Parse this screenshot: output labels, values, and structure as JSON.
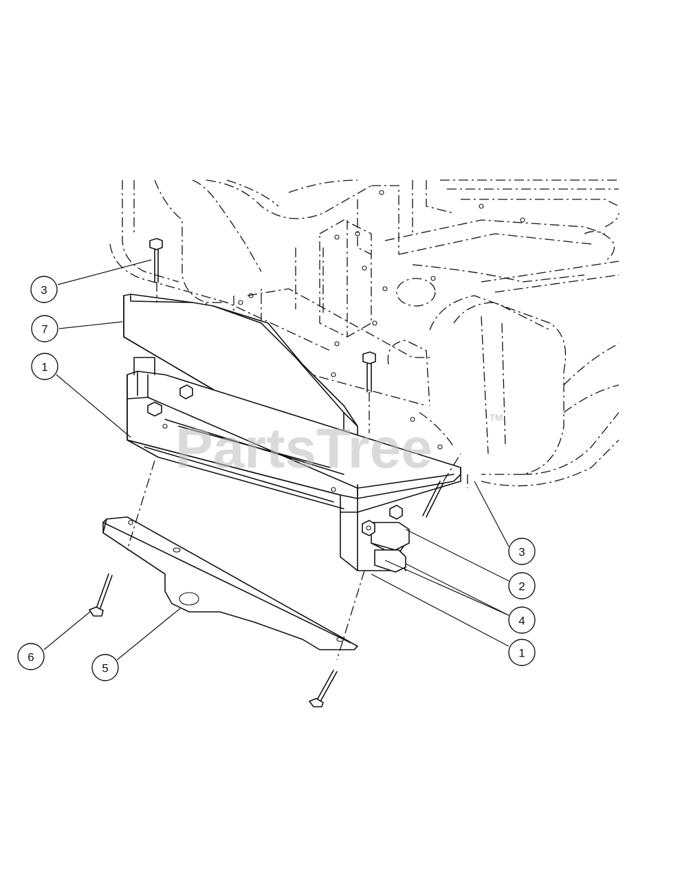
{
  "watermark": {
    "text": "PartsTree",
    "trademark": "TM"
  },
  "callouts": [
    {
      "id": "c1",
      "label": "3"
    },
    {
      "id": "c2",
      "label": "7"
    },
    {
      "id": "c3",
      "label": "1"
    },
    {
      "id": "c4",
      "label": "3"
    },
    {
      "id": "c5",
      "label": "2"
    },
    {
      "id": "c6",
      "label": "4"
    },
    {
      "id": "c7",
      "label": "1"
    },
    {
      "id": "c8",
      "label": "6"
    },
    {
      "id": "c9",
      "label": "5"
    }
  ]
}
